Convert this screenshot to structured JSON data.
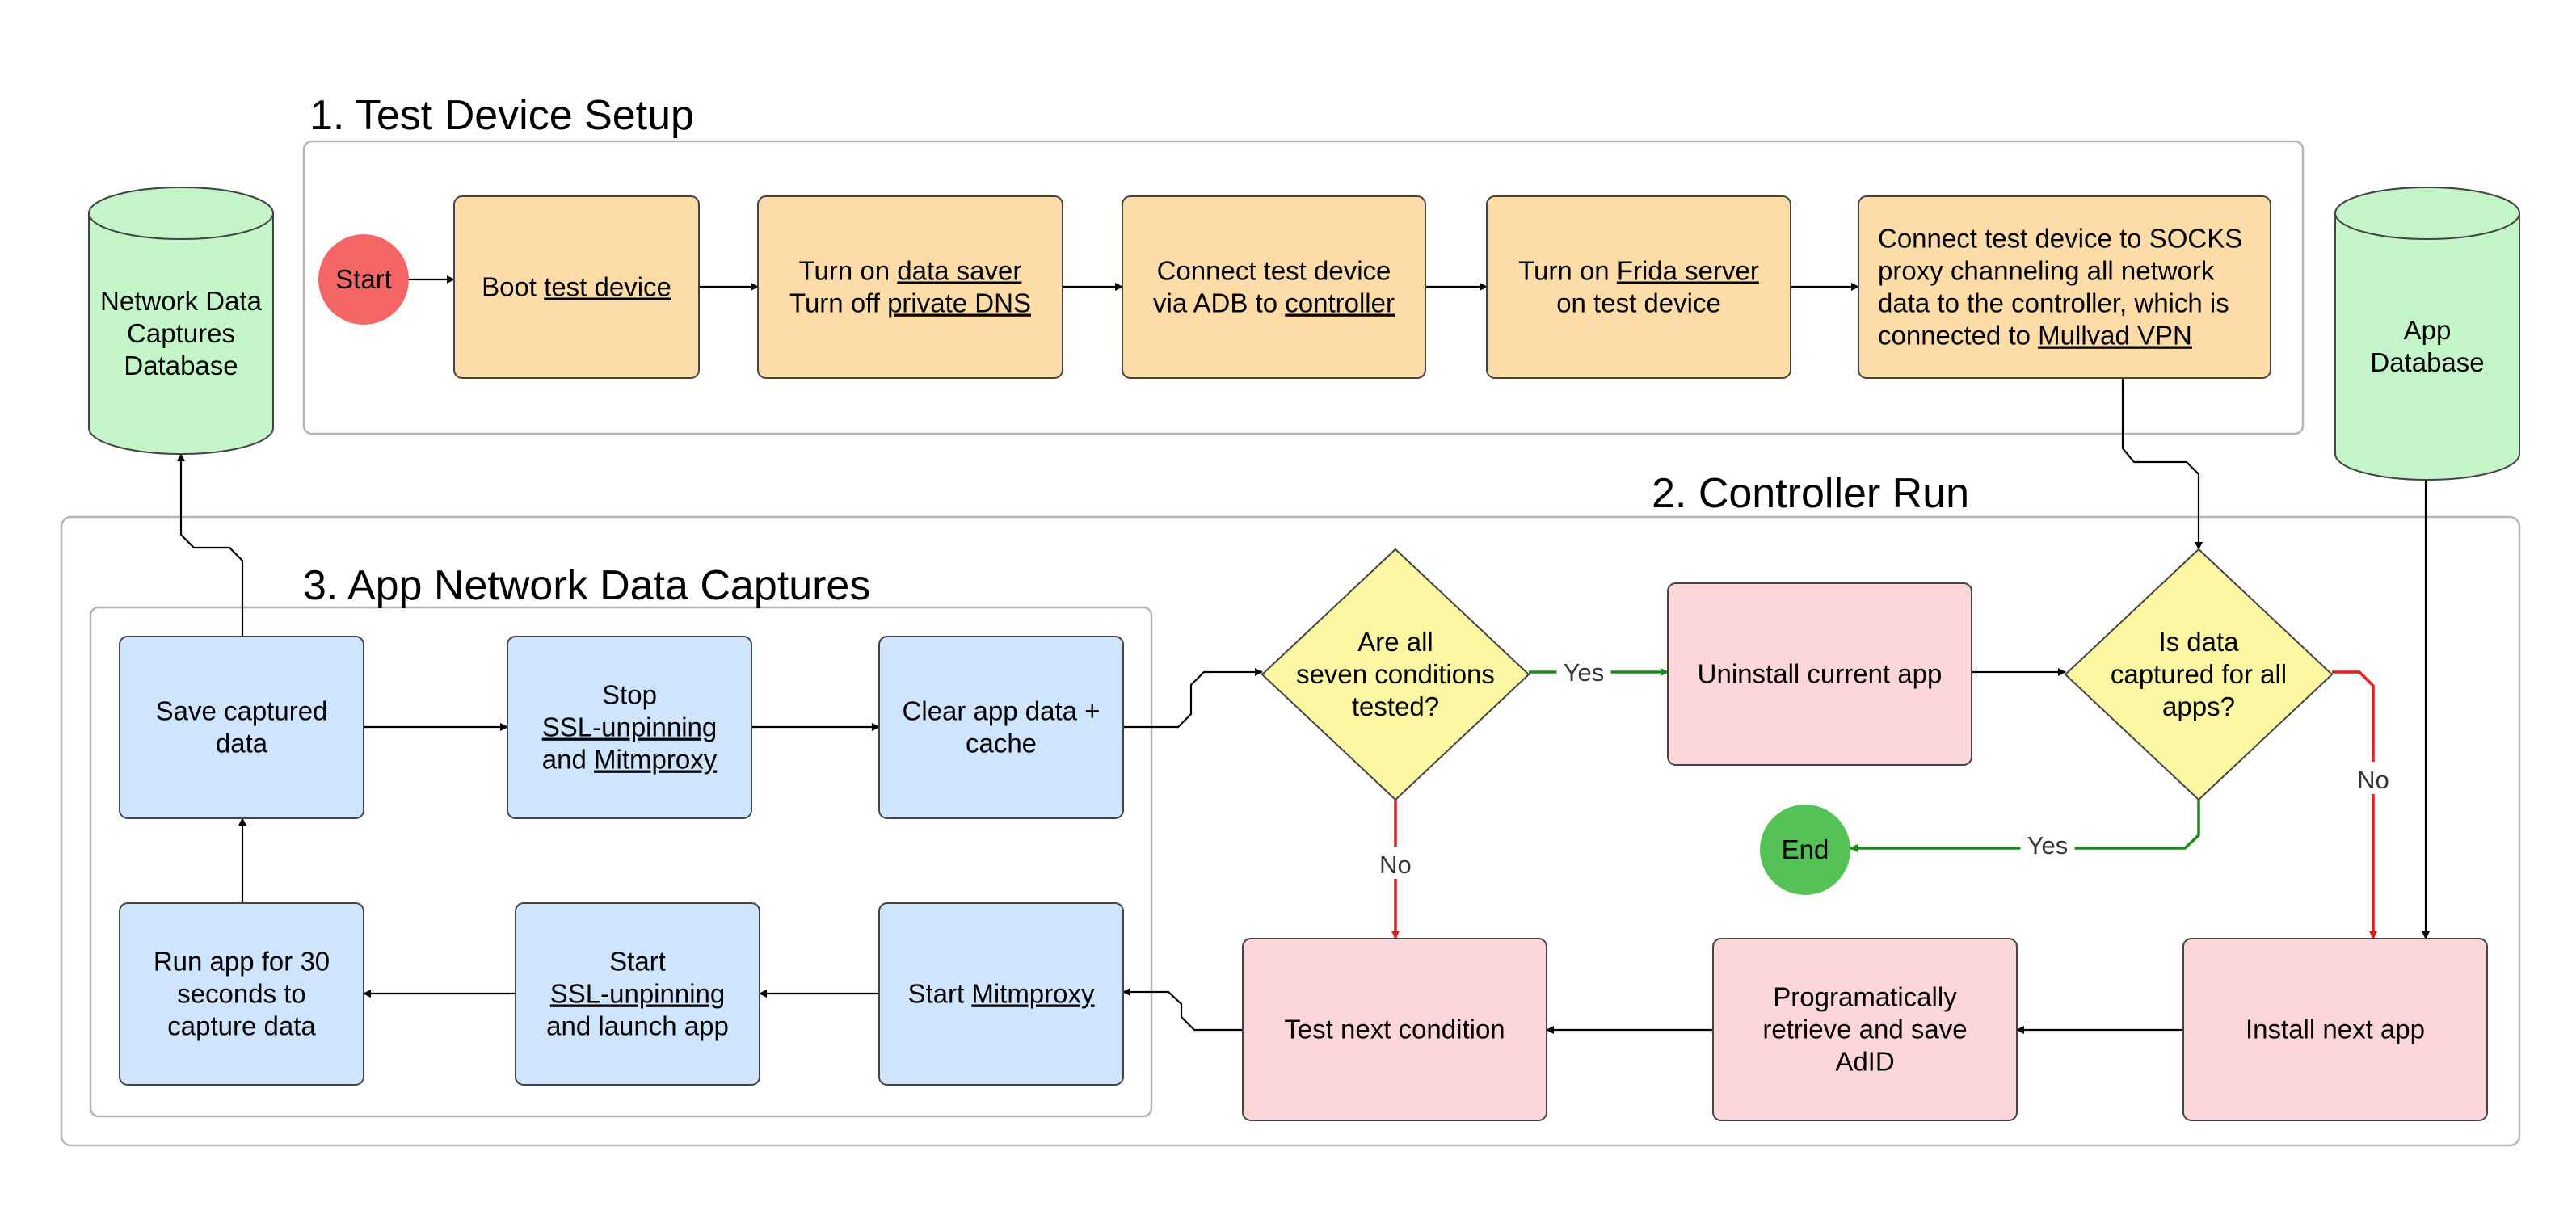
{
  "colors": {
    "orange": "#fddca8",
    "blue": "#cfe4fd",
    "pink": "#fdd6da",
    "yellow": "#fdf6a2",
    "green_db": "#c4f5c9",
    "start_red": "#f46666",
    "end_green": "#55c257",
    "edge_black": "#000000",
    "edge_green": "#1e8a1e",
    "edge_red": "#e01f1f",
    "container_border": "#b5b5b5"
  },
  "sections": {
    "setup": "1. Test Device Setup",
    "controller": "2. Controller Run",
    "captures": "3. App Network Data Captures"
  },
  "nodes": [
    {
      "id": "start",
      "shape": "circle",
      "color": "start_red",
      "lines": [
        [
          {
            "t": "Start"
          }
        ]
      ]
    },
    {
      "id": "boot",
      "shape": "rect",
      "color": "orange",
      "lines": [
        [
          {
            "t": "Boot "
          },
          {
            "t": "test device",
            "u": true
          }
        ]
      ]
    },
    {
      "id": "datasaver",
      "shape": "rect",
      "color": "orange",
      "lines": [
        [
          {
            "t": "Turn on "
          },
          {
            "t": "data saver",
            "u": true
          }
        ],
        [
          {
            "t": "Turn off "
          },
          {
            "t": "private DNS",
            "u": true
          }
        ]
      ]
    },
    {
      "id": "adb",
      "shape": "rect",
      "color": "orange",
      "lines": [
        [
          {
            "t": "Connect test device"
          }
        ],
        [
          {
            "t": "via ADB to "
          },
          {
            "t": "controller",
            "u": true
          }
        ]
      ]
    },
    {
      "id": "frida",
      "shape": "rect",
      "color": "orange",
      "lines": [
        [
          {
            "t": "Turn on "
          },
          {
            "t": "Frida server",
            "u": true
          }
        ],
        [
          {
            "t": "on test device"
          }
        ]
      ]
    },
    {
      "id": "socks",
      "shape": "rect",
      "color": "orange",
      "align": "left",
      "lines": [
        [
          {
            "t": "Connect test device to SOCKS"
          }
        ],
        [
          {
            "t": "proxy channeling all network"
          }
        ],
        [
          {
            "t": "data to the controller, which is"
          }
        ],
        [
          {
            "t": "connected to "
          },
          {
            "t": "Mullvad VPN",
            "u": true
          }
        ]
      ]
    },
    {
      "id": "netdb",
      "shape": "cylinder",
      "color": "green_db",
      "lines": [
        [
          {
            "t": "Network Data"
          }
        ],
        [
          {
            "t": "Captures"
          }
        ],
        [
          {
            "t": "Database"
          }
        ]
      ]
    },
    {
      "id": "appdb",
      "shape": "cylinder",
      "color": "green_db",
      "lines": [
        [
          {
            "t": "App"
          }
        ],
        [
          {
            "t": "Database"
          }
        ]
      ]
    },
    {
      "id": "save",
      "shape": "rect",
      "color": "blue",
      "lines": [
        [
          {
            "t": "Save captured"
          }
        ],
        [
          {
            "t": "data"
          }
        ]
      ]
    },
    {
      "id": "stop",
      "shape": "rect",
      "color": "blue",
      "lines": [
        [
          {
            "t": "Stop"
          }
        ],
        [
          {
            "t": "SSL-unpinning",
            "u": true
          }
        ],
        [
          {
            "t": "and "
          },
          {
            "t": "Mitmproxy",
            "u": true
          }
        ]
      ]
    },
    {
      "id": "clear",
      "shape": "rect",
      "color": "blue",
      "lines": [
        [
          {
            "t": "Clear app data +"
          }
        ],
        [
          {
            "t": "cache"
          }
        ]
      ]
    },
    {
      "id": "run",
      "shape": "rect",
      "color": "blue",
      "lines": [
        [
          {
            "t": "Run app for 30"
          }
        ],
        [
          {
            "t": "seconds to"
          }
        ],
        [
          {
            "t": "capture data"
          }
        ]
      ]
    },
    {
      "id": "startssl",
      "shape": "rect",
      "color": "blue",
      "lines": [
        [
          {
            "t": "Start"
          }
        ],
        [
          {
            "t": "SSL-unpinning",
            "u": true
          }
        ],
        [
          {
            "t": "and launch app"
          }
        ]
      ]
    },
    {
      "id": "startmitm",
      "shape": "rect",
      "color": "blue",
      "lines": [
        [
          {
            "t": "Start "
          },
          {
            "t": "Mitmproxy",
            "u": true
          }
        ]
      ]
    },
    {
      "id": "cond",
      "shape": "diamond",
      "color": "yellow",
      "lines": [
        [
          {
            "t": "Are all"
          }
        ],
        [
          {
            "t": "seven conditions"
          }
        ],
        [
          {
            "t": "tested?"
          }
        ]
      ]
    },
    {
      "id": "uninstall",
      "shape": "rect",
      "color": "pink",
      "lines": [
        [
          {
            "t": "Uninstall current app"
          }
        ]
      ]
    },
    {
      "id": "alldata",
      "shape": "diamond",
      "color": "yellow",
      "lines": [
        [
          {
            "t": "Is data"
          }
        ],
        [
          {
            "t": "captured for all"
          }
        ],
        [
          {
            "t": "apps?"
          }
        ]
      ]
    },
    {
      "id": "end",
      "shape": "circle",
      "color": "end_green",
      "lines": [
        [
          {
            "t": "End"
          }
        ]
      ]
    },
    {
      "id": "testnext",
      "shape": "rect",
      "color": "pink",
      "lines": [
        [
          {
            "t": "Test next condition"
          }
        ]
      ]
    },
    {
      "id": "adid",
      "shape": "rect",
      "color": "pink",
      "lines": [
        [
          {
            "t": "Programatically"
          }
        ],
        [
          {
            "t": "retrieve and save"
          }
        ],
        [
          {
            "t": "AdID"
          }
        ]
      ]
    },
    {
      "id": "install",
      "shape": "rect",
      "color": "pink",
      "lines": [
        [
          {
            "t": "Install next app"
          }
        ]
      ]
    }
  ],
  "edges": [
    {
      "from": "start",
      "to": "boot",
      "label": "",
      "color": "edge_black"
    },
    {
      "from": "boot",
      "to": "datasaver",
      "label": "",
      "color": "edge_black"
    },
    {
      "from": "datasaver",
      "to": "adb",
      "label": "",
      "color": "edge_black"
    },
    {
      "from": "adb",
      "to": "frida",
      "label": "",
      "color": "edge_black"
    },
    {
      "from": "frida",
      "to": "socks",
      "label": "",
      "color": "edge_black"
    },
    {
      "from": "socks",
      "to": "alldata",
      "label": "",
      "color": "edge_black"
    },
    {
      "from": "cond",
      "to": "uninstall",
      "label": "Yes",
      "color": "edge_green"
    },
    {
      "from": "cond",
      "to": "testnext",
      "label": "No",
      "color": "edge_red"
    },
    {
      "from": "uninstall",
      "to": "alldata",
      "label": "",
      "color": "edge_black"
    },
    {
      "from": "alldata",
      "to": "install",
      "label": "No",
      "color": "edge_red"
    },
    {
      "from": "alldata",
      "to": "end",
      "label": "Yes",
      "color": "edge_green"
    },
    {
      "from": "appdb",
      "to": "install",
      "label": "",
      "color": "edge_black"
    },
    {
      "from": "install",
      "to": "adid",
      "label": "",
      "color": "edge_black"
    },
    {
      "from": "adid",
      "to": "testnext",
      "label": "",
      "color": "edge_black"
    },
    {
      "from": "testnext",
      "to": "startmitm",
      "label": "",
      "color": "edge_black"
    },
    {
      "from": "startmitm",
      "to": "startssl",
      "label": "",
      "color": "edge_black"
    },
    {
      "from": "startssl",
      "to": "run",
      "label": "",
      "color": "edge_black"
    },
    {
      "from": "run",
      "to": "save",
      "label": "",
      "color": "edge_black"
    },
    {
      "from": "save",
      "to": "stop",
      "label": "",
      "color": "edge_black"
    },
    {
      "from": "stop",
      "to": "clear",
      "label": "",
      "color": "edge_black"
    },
    {
      "from": "clear",
      "to": "cond",
      "label": "",
      "color": "edge_black"
    },
    {
      "from": "save",
      "to": "netdb",
      "label": "",
      "color": "edge_black"
    }
  ]
}
